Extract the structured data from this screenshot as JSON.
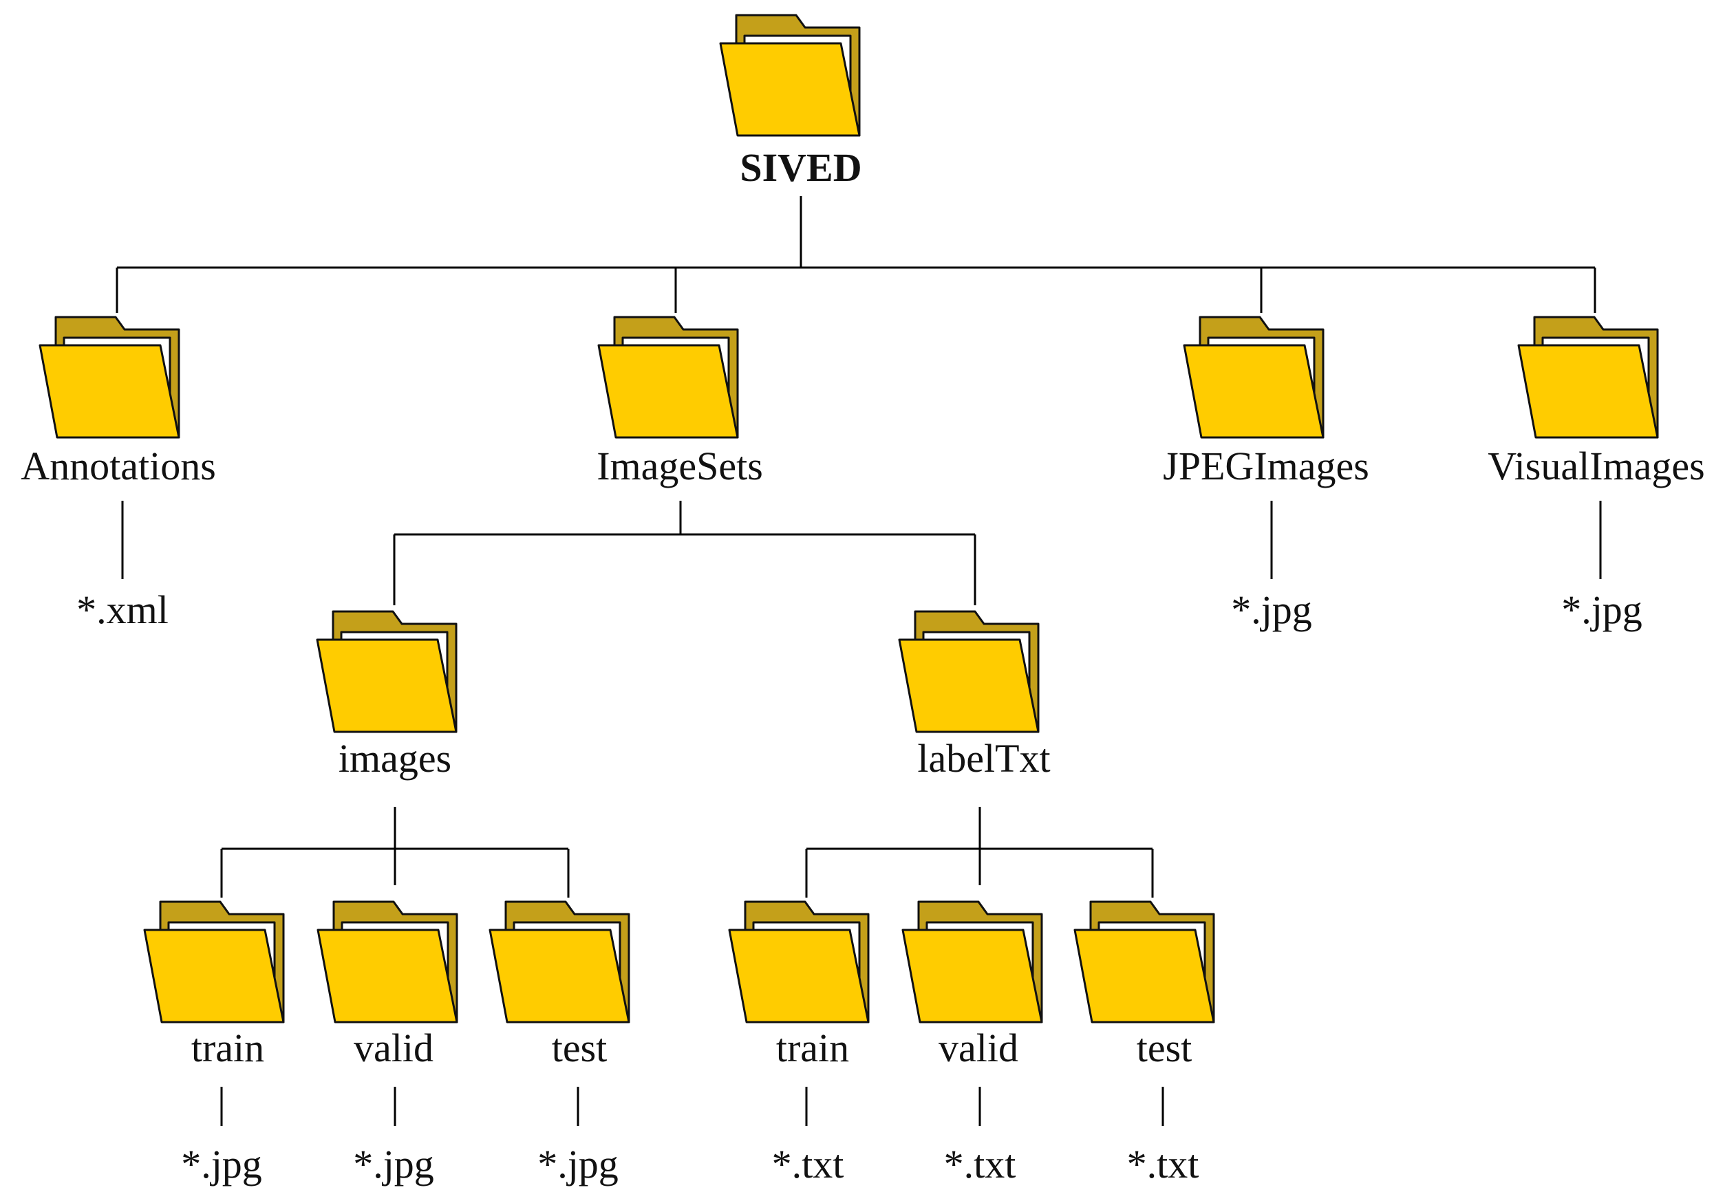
{
  "colors": {
    "folder_face": "#FFCC00",
    "folder_back": "#C4A01A",
    "folder_paper": "#FFFFFF",
    "outline": "#111111"
  },
  "icon": "folder-icon",
  "root": {
    "label": "SIVED"
  },
  "folders": {
    "annotations": "Annotations",
    "imagesets": "ImageSets",
    "jpegimages": "JPEGImages",
    "visualimages": "VisualImages",
    "images": "images",
    "labeltxt": "labelTxt",
    "images_train": "train",
    "images_valid": "valid",
    "images_test": "test",
    "labeltxt_train": "train",
    "labeltxt_valid": "valid",
    "labeltxt_test": "test"
  },
  "files": {
    "annotations": "*.xml",
    "jpegimages": "*.jpg",
    "visualimages": "*.jpg",
    "images_train": "*.jpg",
    "images_valid": "*.jpg",
    "images_test": "*.jpg",
    "labeltxt_train": "*.txt",
    "labeltxt_valid": "*.txt",
    "labeltxt_test": "*.txt"
  }
}
